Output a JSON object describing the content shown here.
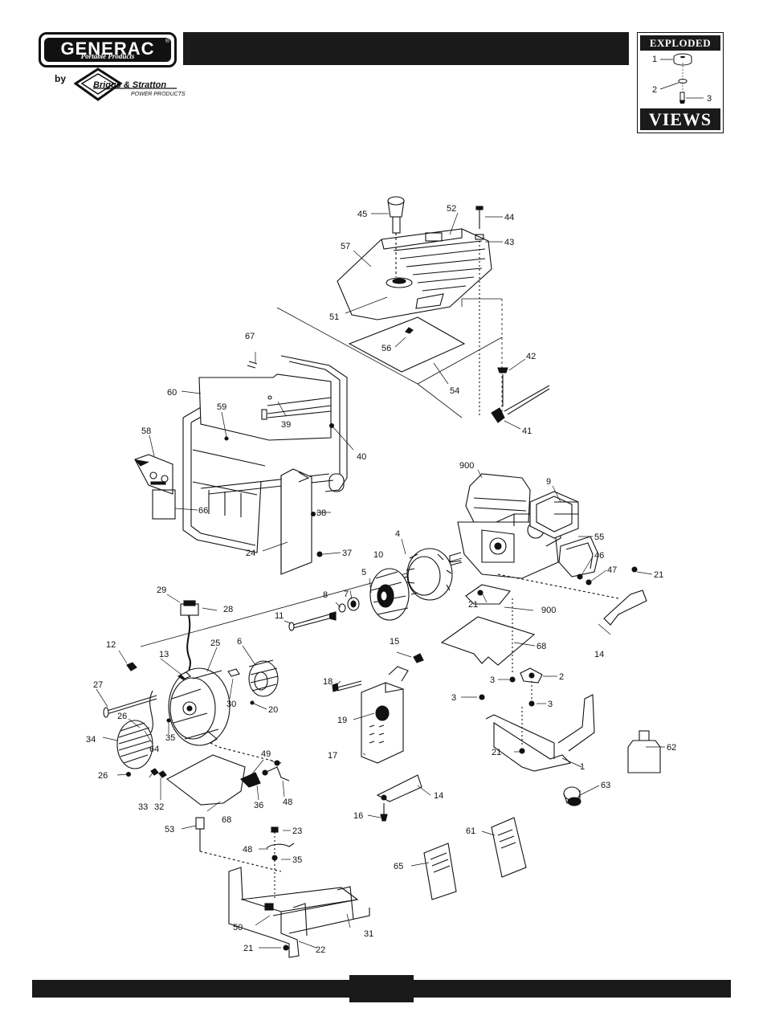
{
  "header": {
    "logo": {
      "brand": "GENERAC",
      "reg": "®",
      "tagline": "Portable Products"
    },
    "partner": {
      "by": "by",
      "name": "Briggs & Stratton",
      "sub": "POWER PRODUCTS"
    },
    "badge": {
      "top": "EXPLODED",
      "bottom": "VIEWS",
      "callouts": [
        "1",
        "2",
        "3"
      ]
    }
  },
  "callouts": {
    "c1": "1",
    "c2": "2",
    "c3a": "3",
    "c3b": "3",
    "c3c": "3",
    "c4": "4",
    "c5": "5",
    "c6": "6",
    "c7": "7",
    "c8": "8",
    "c9": "9",
    "c10": "10",
    "c11": "11",
    "c12": "12",
    "c13": "13",
    "c14a": "14",
    "c14b": "14",
    "c15": "15",
    "c16": "16",
    "c17": "17",
    "c18": "18",
    "c19": "19",
    "c20": "20",
    "c21a": "21",
    "c21b": "21",
    "c21c": "21",
    "c21d": "21",
    "c22": "22",
    "c23": "23",
    "c24": "24",
    "c25": "25",
    "c26a": "26",
    "c26b": "26",
    "c27": "27",
    "c28": "28",
    "c29": "29",
    "c30": "30",
    "c31": "31",
    "c32": "32",
    "c33": "33",
    "c34": "34",
    "c35a": "35",
    "c35b": "35",
    "c36": "36",
    "c37": "37",
    "c38": "38",
    "c39": "39",
    "c40": "40",
    "c41": "41",
    "c42": "42",
    "c43": "43",
    "c44": "44",
    "c45": "45",
    "c46": "46",
    "c47": "47",
    "c48a": "48",
    "c48b": "48",
    "c49": "49",
    "c50": "50",
    "c51": "51",
    "c52": "52",
    "c53": "53",
    "c54": "54",
    "c55": "55",
    "c56": "56",
    "c57": "57",
    "c58": "58",
    "c59": "59",
    "c60": "60",
    "c61": "61",
    "c62": "62",
    "c63": "63",
    "c64": "64",
    "c65": "65",
    "c66": "66",
    "c67": "67",
    "c68a": "68",
    "c68b": "68",
    "c900a": "900",
    "c900b": "900"
  }
}
